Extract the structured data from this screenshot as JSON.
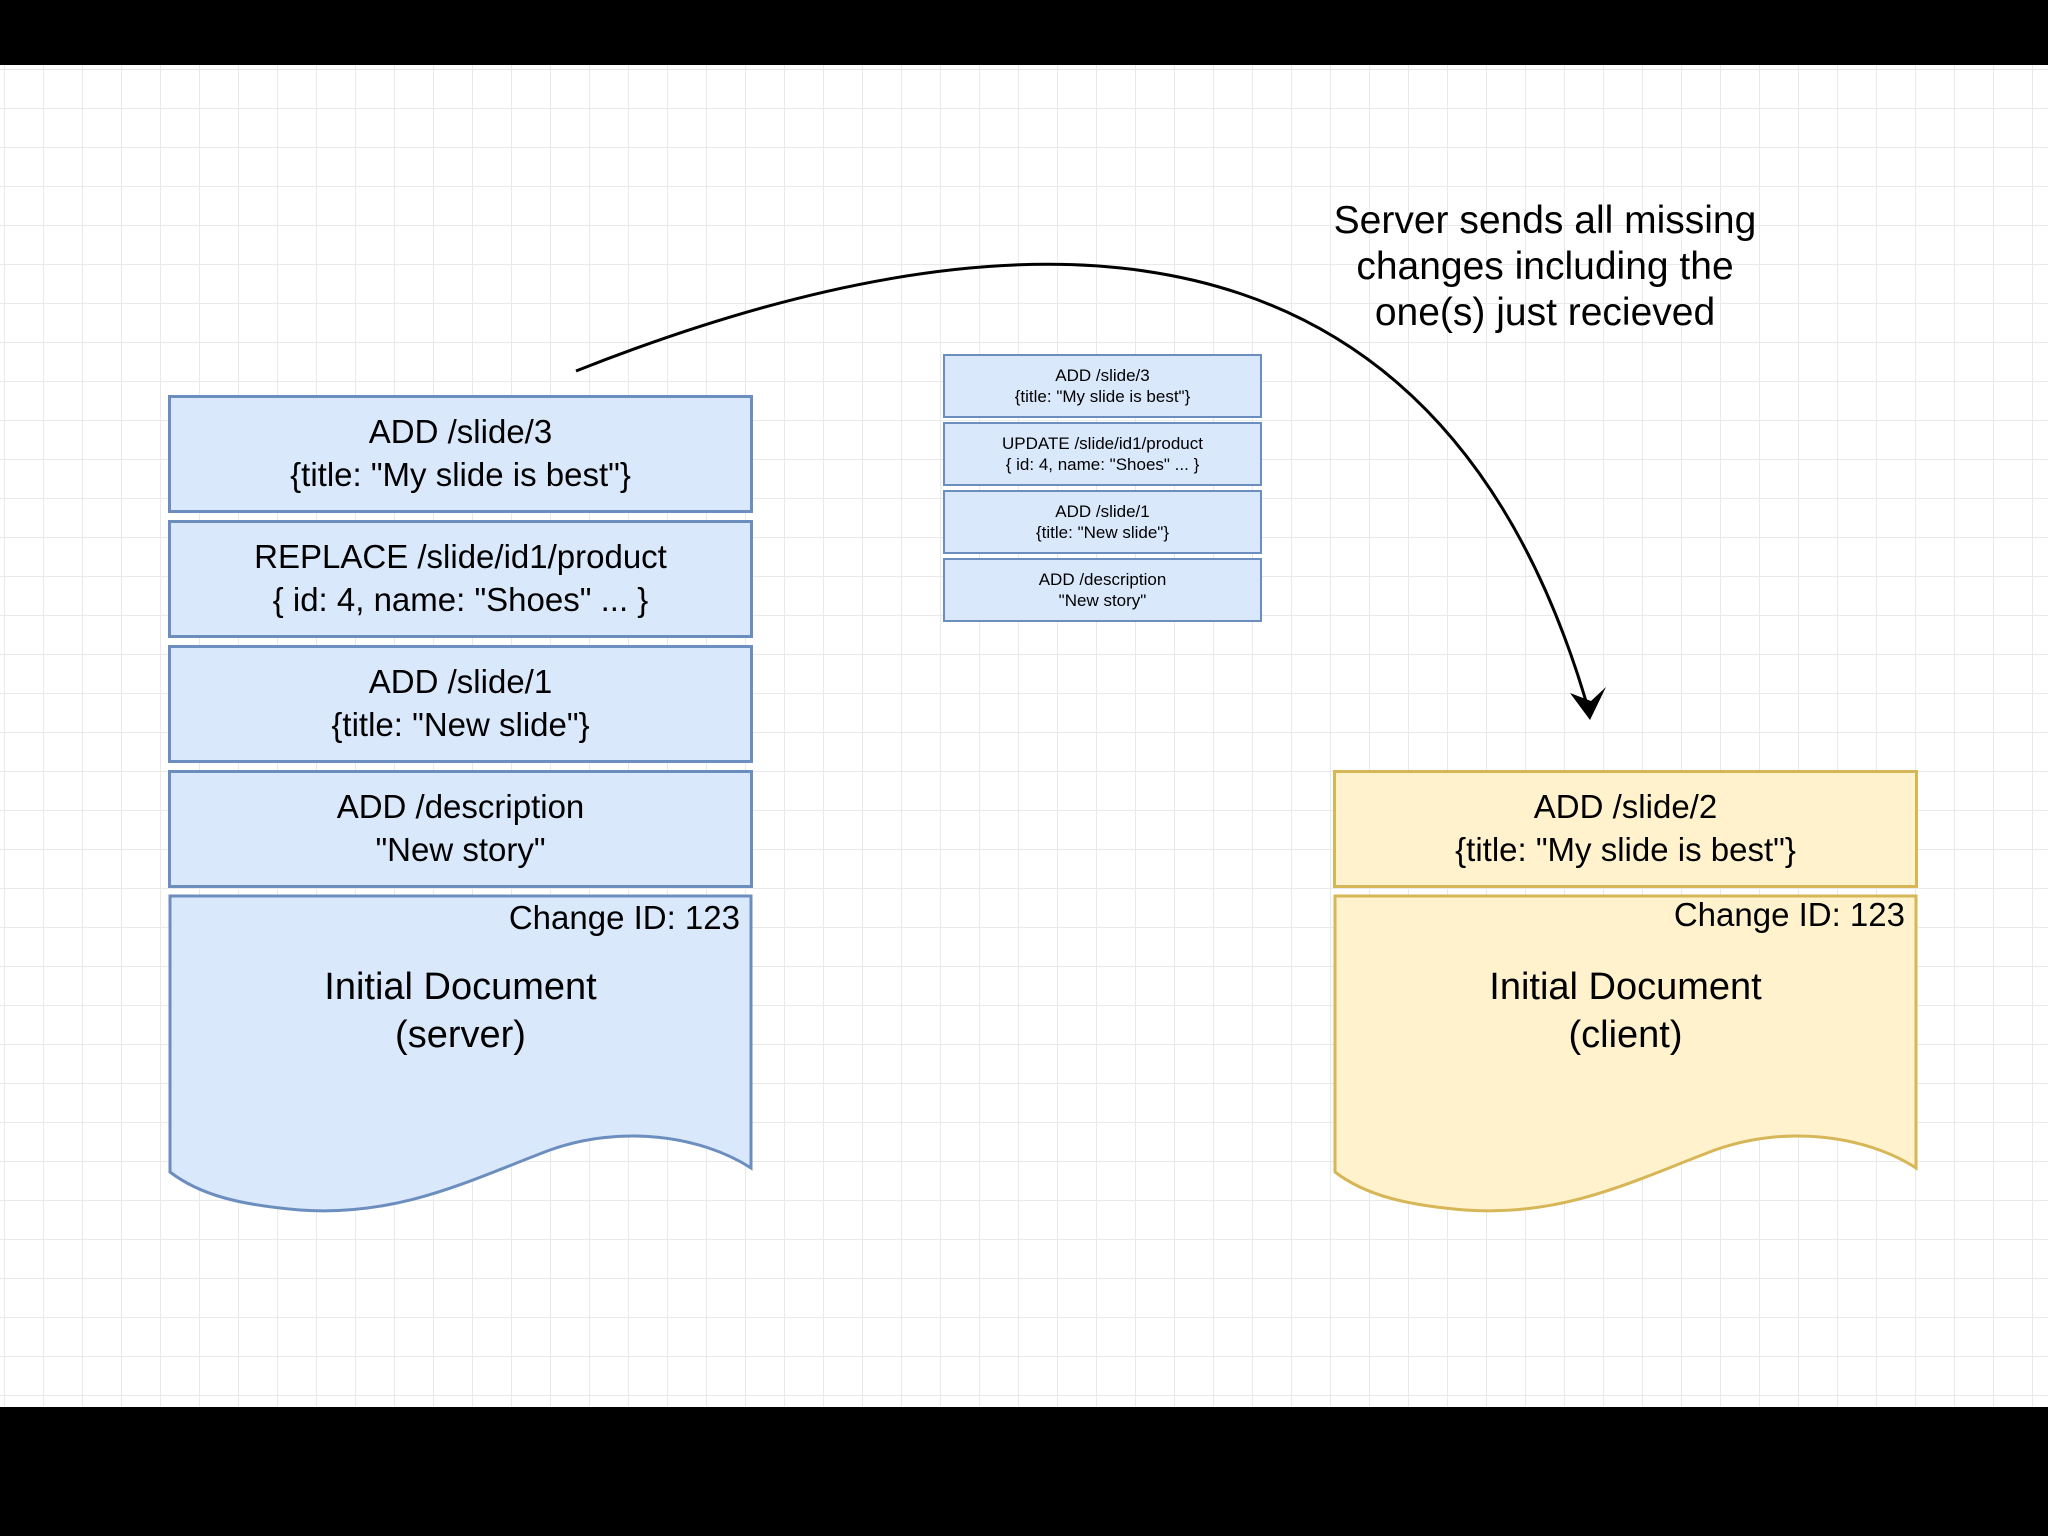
{
  "caption": {
    "line1": "Server sends all missing",
    "line2": "changes including the",
    "line3": "one(s) just recieved"
  },
  "server_stack": [
    {
      "op": "ADD /slide/3",
      "value": "{title: \"My slide is best\"}"
    },
    {
      "op": "REPLACE /slide/id1/product",
      "value": "{ id: 4, name: \"Shoes\" ... }"
    },
    {
      "op": "ADD /slide/1",
      "value": "{title: \"New slide\"}"
    },
    {
      "op": "ADD /description",
      "value": "\"New story\""
    }
  ],
  "server_doc": {
    "change_id": "Change ID: 123",
    "title": "Initial Document",
    "subtitle": "(server)"
  },
  "message_stack": [
    {
      "op": "ADD /slide/3",
      "value": "{title: \"My slide is best\"}"
    },
    {
      "op": "UPDATE /slide/id1/product",
      "value": "{ id: 4, name: \"Shoes\" ... }"
    },
    {
      "op": "ADD /slide/1",
      "value": "{title: \"New slide\"}"
    },
    {
      "op": "ADD /description",
      "value": "\"New story\""
    }
  ],
  "client_stack": [
    {
      "op": "ADD /slide/2",
      "value": "{title: \"My slide is best\"}"
    }
  ],
  "client_doc": {
    "change_id": "Change ID: 123",
    "title": "Initial Document",
    "subtitle": "(client)"
  },
  "colors": {
    "blue_fill": "#dae8fc",
    "blue_stroke": "#6c8ebf",
    "yellow_fill": "#fff2cc",
    "yellow_stroke": "#d6b656",
    "grid": "#e9e9e9"
  }
}
